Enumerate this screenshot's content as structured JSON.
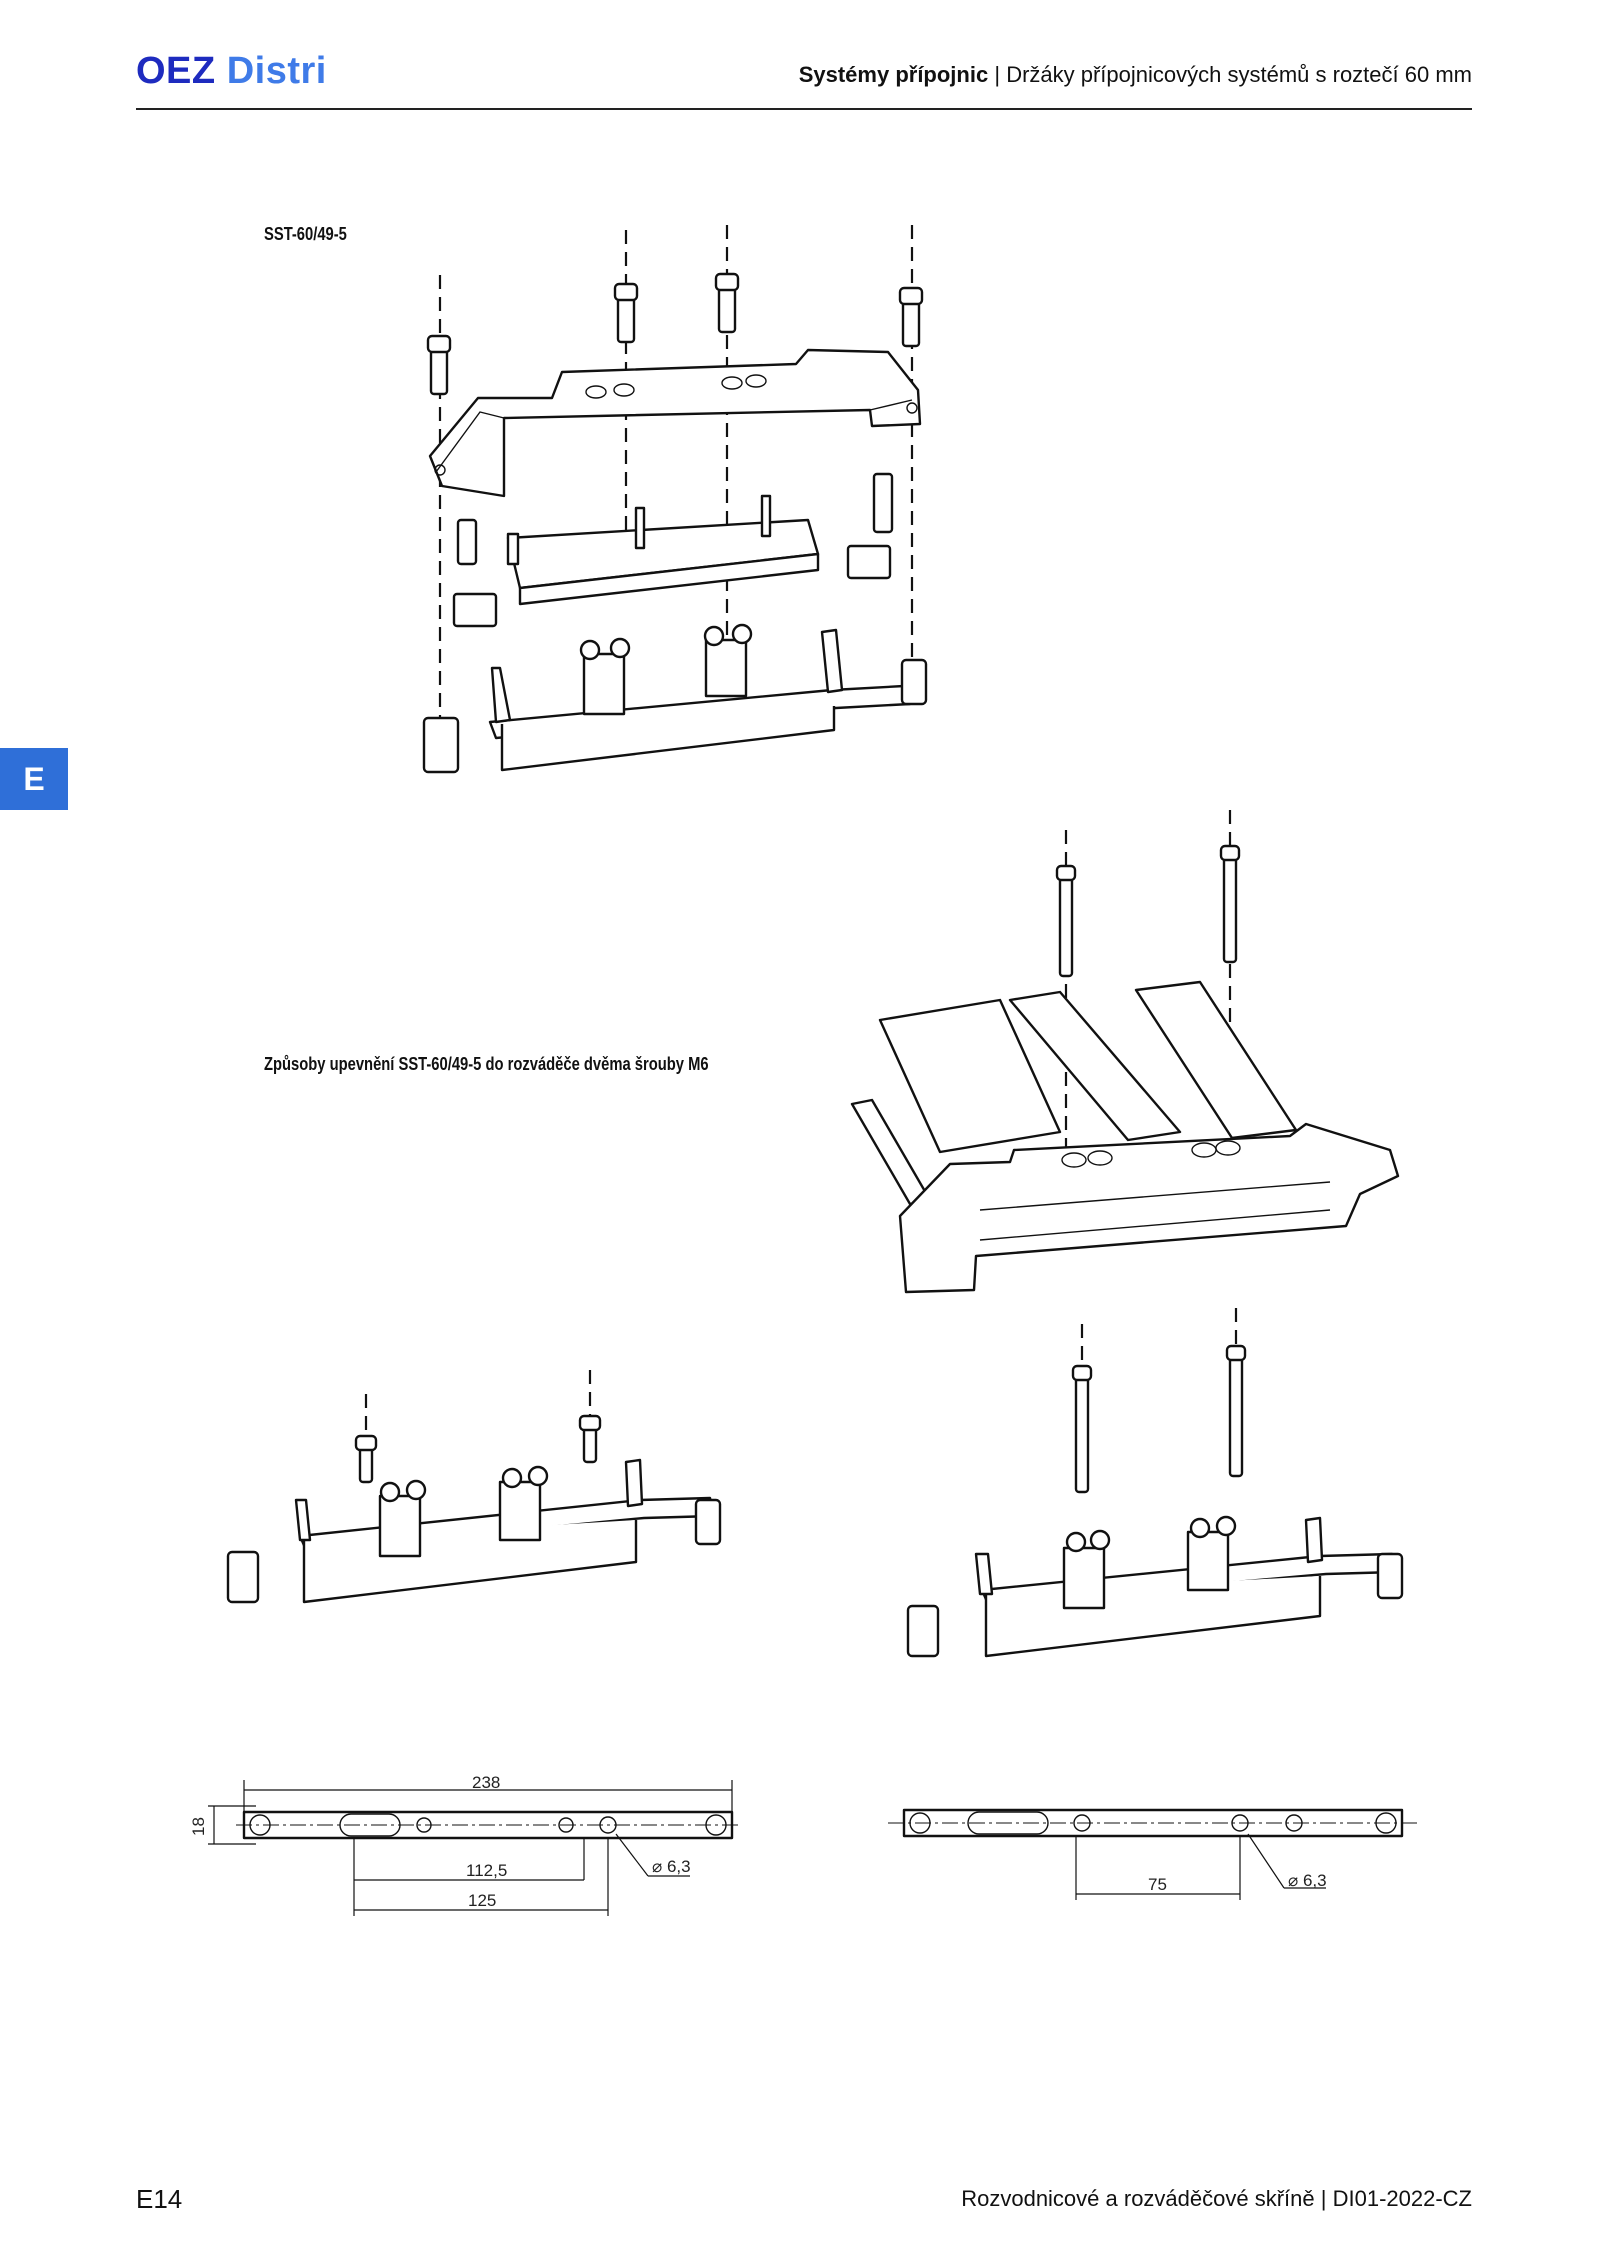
{
  "header": {
    "logo_oez": "OEZ",
    "logo_distri": "Distri",
    "section_bold": "Systémy přípojnic",
    "separator": "|",
    "section_rest": "Držáky přípojnicových systémů s roztečí 60 mm"
  },
  "side_tab": "E",
  "captions": {
    "product": "SST-60/49-5",
    "mounting": "Způsoby upevnění SST-60/49-5 do rozváděče dvěma šrouby M6"
  },
  "dimensions": {
    "left": {
      "overall": "238",
      "height": "18",
      "inner": "112,5",
      "outer": "125",
      "hole": "⌀ 6,3"
    },
    "right": {
      "spacing": "75",
      "hole": "⌀ 6,3"
    }
  },
  "footer": {
    "page": "E14",
    "doc": "Rozvodnicové a rozváděčové skříně",
    "separator": "|",
    "code": "DI01-2022-CZ"
  }
}
